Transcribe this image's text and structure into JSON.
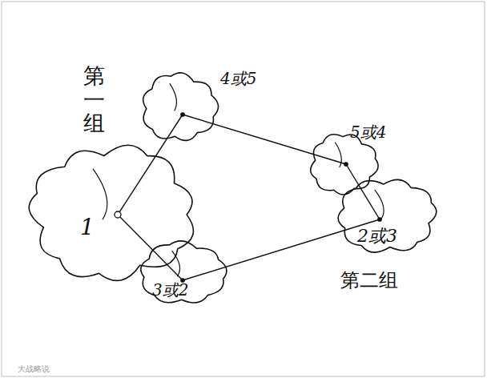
{
  "diagram": {
    "nodes": [
      {
        "text": [
          "4或5"
        ]
      },
      {
        "text": [
          "1"
        ]
      },
      {
        "text": [
          "3或2"
        ]
      },
      {
        "text": [
          "5或4"
        ]
      },
      {
        "text": [
          "2或3"
        ]
      }
    ],
    "edges": [
      {
        "from": 1,
        "to": 0,
        "arrow": "none"
      },
      {
        "from": 1,
        "to": 2,
        "arrow": "none"
      },
      {
        "from": 0,
        "to": 3,
        "arrow": "none"
      },
      {
        "from": 2,
        "to": 4,
        "arrow": "none"
      },
      {
        "from": 3,
        "to": 4,
        "arrow": "none"
      }
    ],
    "labels": [
      "第一组",
      "第二组",
      "大战略说"
    ]
  }
}
